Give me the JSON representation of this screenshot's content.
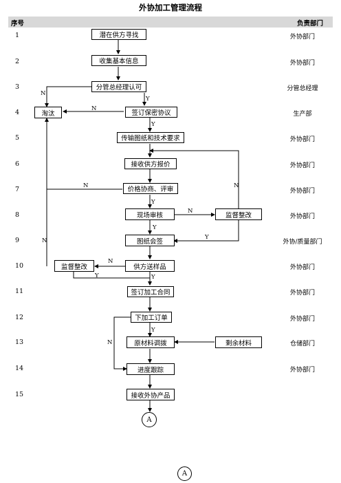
{
  "title": "外协加工管理流程",
  "header": {
    "seq": "序号",
    "dept": "负责部门"
  },
  "rows": [
    {
      "num": "1",
      "dept": "外协部门"
    },
    {
      "num": "2",
      "dept": "外协部门"
    },
    {
      "num": "3",
      "dept": "分管总经理"
    },
    {
      "num": "4",
      "dept": "生产部"
    },
    {
      "num": "5",
      "dept": "外协部门"
    },
    {
      "num": "6",
      "dept": "外协部门"
    },
    {
      "num": "7",
      "dept": "外协部门"
    },
    {
      "num": "8",
      "dept": "外协部门"
    },
    {
      "num": "9",
      "dept": "外协/质量部门"
    },
    {
      "num": "10",
      "dept": "外协部门"
    },
    {
      "num": "11",
      "dept": "外协部门"
    },
    {
      "num": "12",
      "dept": "外协部门"
    },
    {
      "num": "13",
      "dept": "仓储部门"
    },
    {
      "num": "14",
      "dept": "外协部门"
    },
    {
      "num": "15",
      "dept": ""
    }
  ],
  "steps": {
    "s1": "潜在供方寻找",
    "s2": "收集基本信息",
    "s3": "分管总经理认可",
    "s4": "签订保密协议",
    "s4_reject": "淘汰",
    "s5": "传输图纸和技术要求",
    "s6": "接收供方报价",
    "s7": "价格协商、评审",
    "s8": "现场审核",
    "s8_side": "监督整改",
    "s9": "图纸会签",
    "s10": "供方送样品",
    "s10_side": "监督整改",
    "s11": "签订加工合同",
    "s12": "下加工订单",
    "s13": "原材料调拨",
    "s13_side": "剩余材料",
    "s14": "进度跟踪",
    "s15": "接收外协产品"
  },
  "connector": "A",
  "labels": {
    "yes": "Y",
    "no": "N"
  }
}
